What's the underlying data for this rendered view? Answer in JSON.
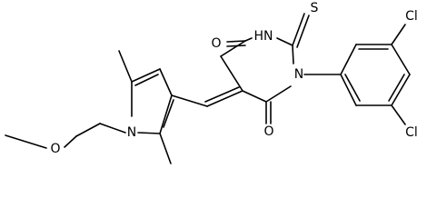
{
  "atoms": {
    "o_top": "O",
    "nh": "HN",
    "s": "S",
    "cl_top": "Cl",
    "cl_bottom": "Cl",
    "n_imide": "N",
    "o_bottom": "O",
    "o_methoxy": "O",
    "n_pyrrole": "N"
  },
  "colors": {
    "background": "#ffffff",
    "ink": "#000000"
  }
}
